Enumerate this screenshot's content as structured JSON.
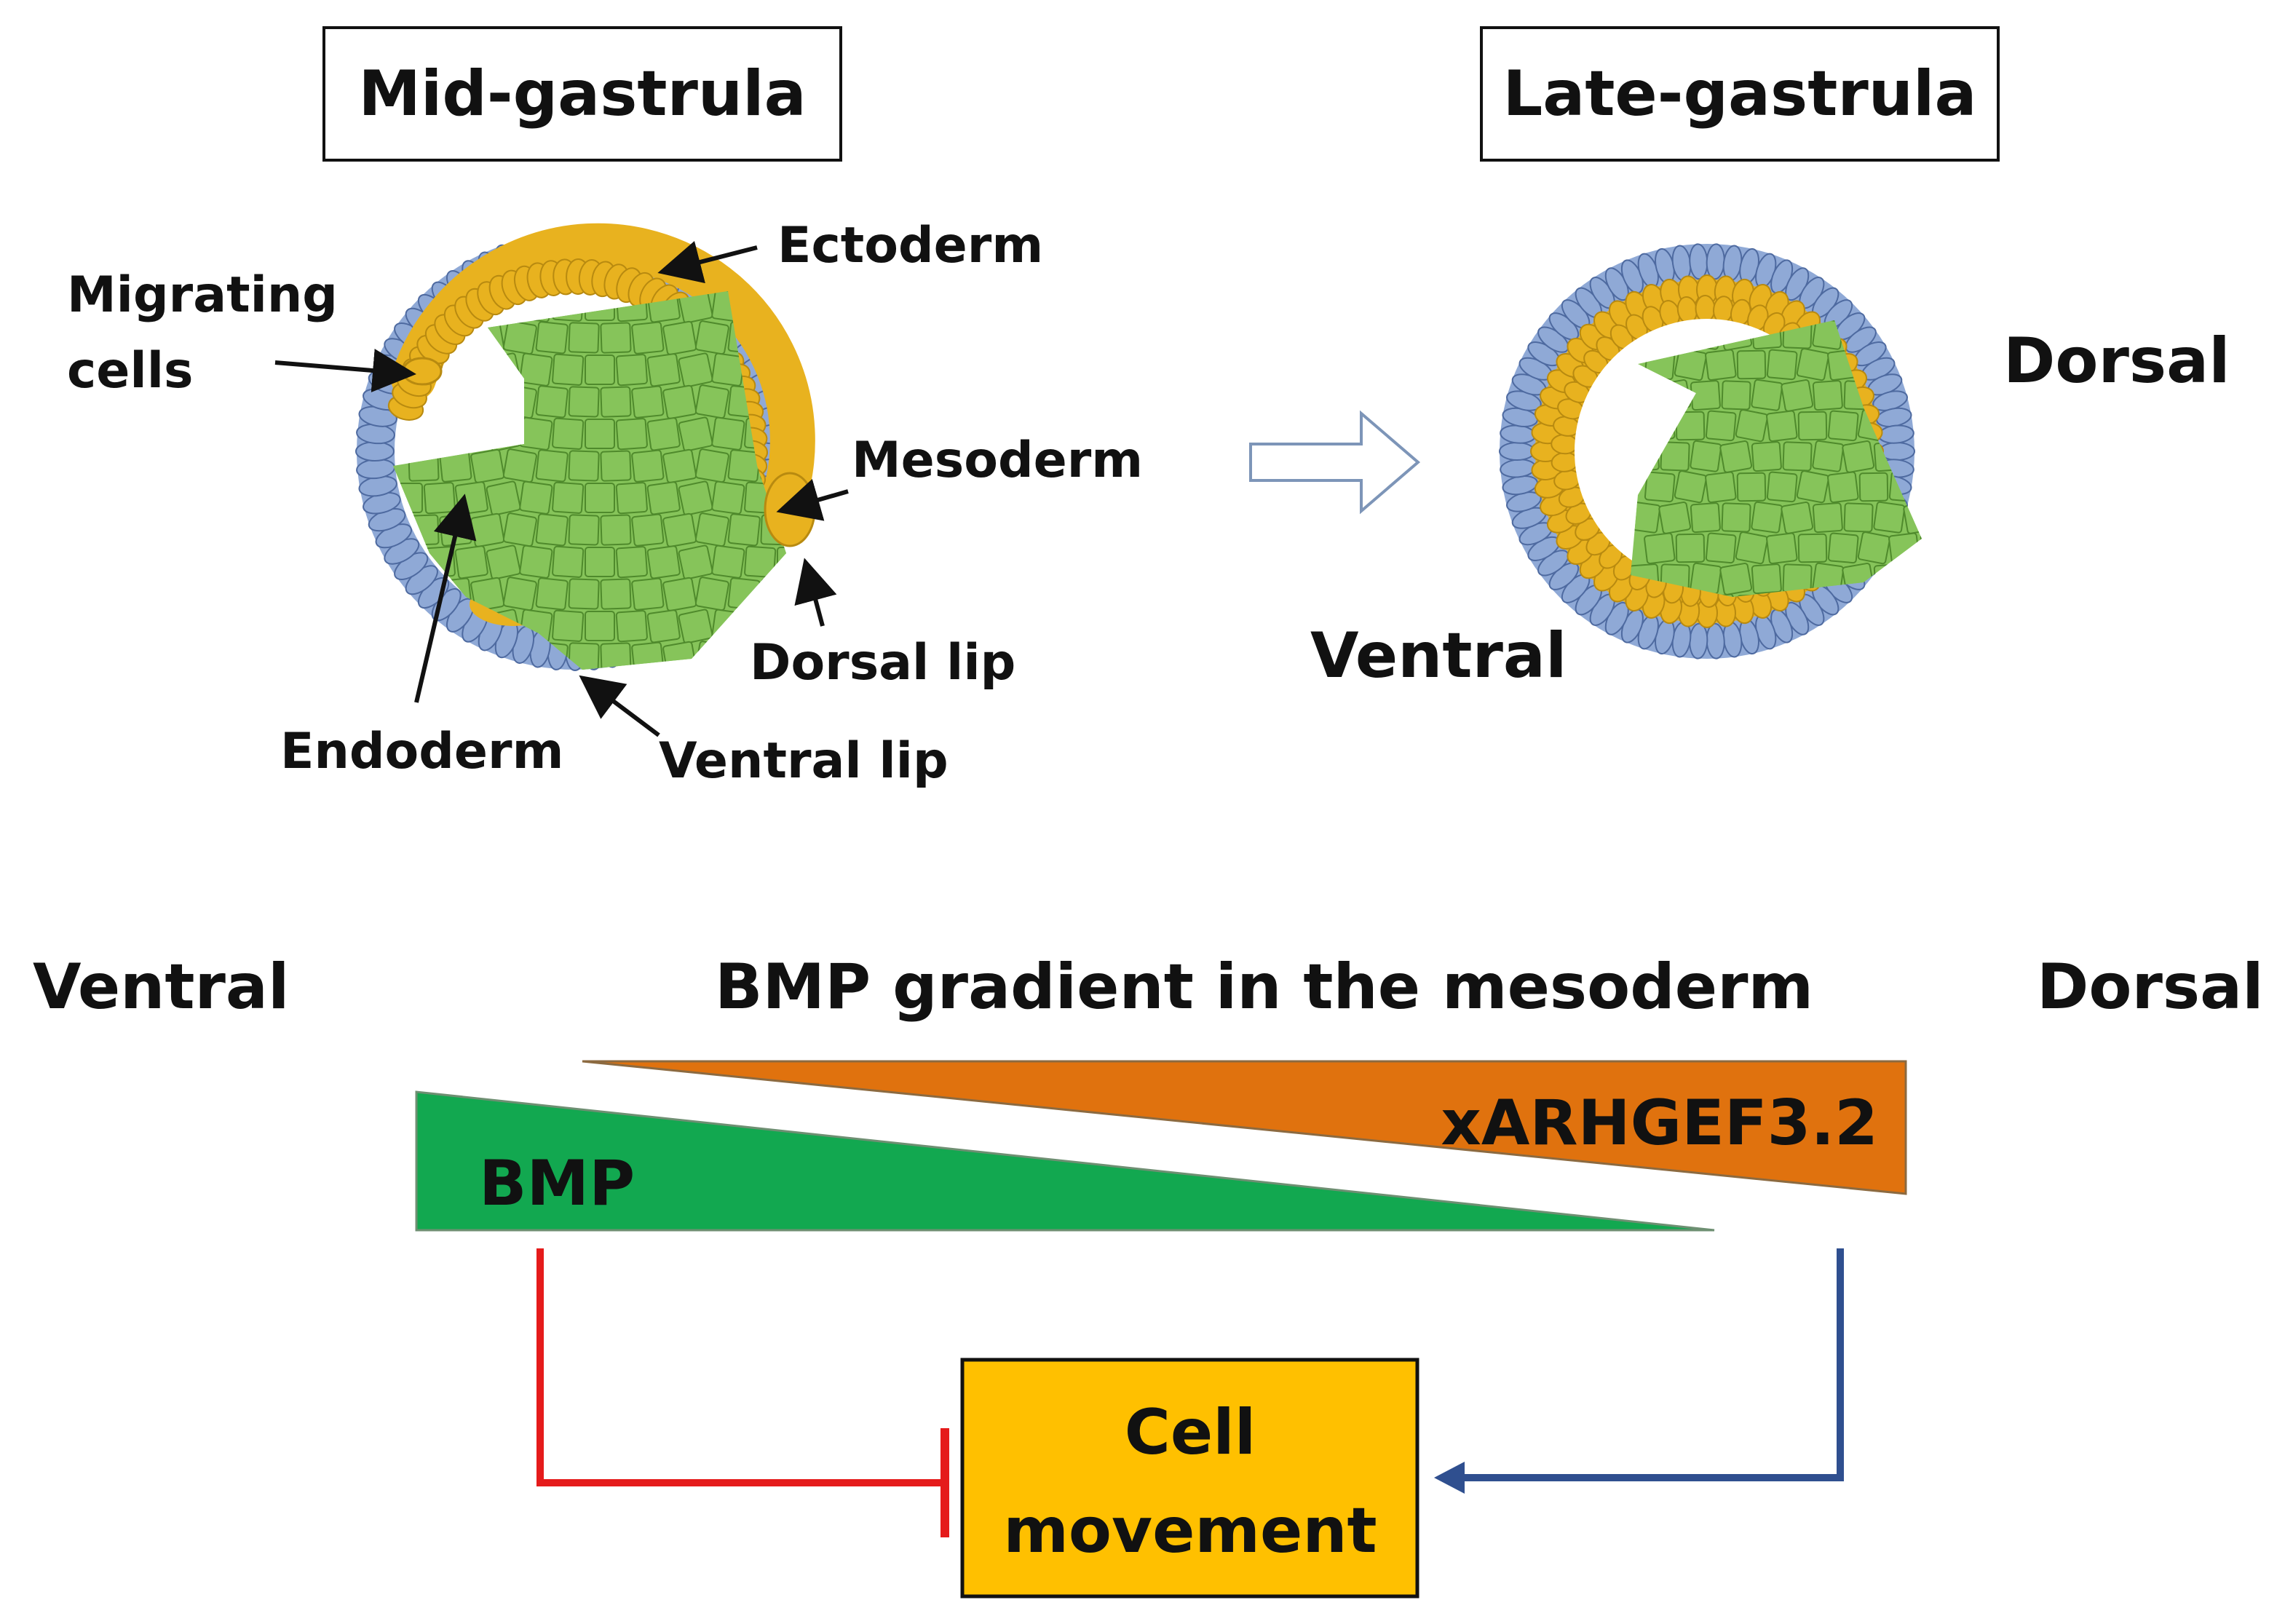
{
  "panels": {
    "mid": {
      "title": "Mid-gastrula"
    },
    "late": {
      "title": "Late-gastrula"
    }
  },
  "mid_labels": {
    "ectoderm": "Ectoderm",
    "migrating_1": "Migrating",
    "migrating_2": "cells",
    "mesoderm": "Mesoderm",
    "dorsal_lip": "Dorsal lip",
    "endoderm": "Endoderm",
    "ventral_lip": "Ventral lip"
  },
  "late_labels": {
    "dorsal": "Dorsal",
    "ventral": "Ventral"
  },
  "gradient": {
    "left_label": "Ventral",
    "title": "BMP gradient in the mesoderm",
    "right_label": "Dorsal",
    "bmp_label": "BMP",
    "xarhgef_label": "xARHGEF3.2",
    "box_line1": "Cell",
    "box_line2": "movement"
  },
  "colors": {
    "ectoderm": "#8fa9d6",
    "mesoderm": "#e8b21f",
    "endoderm": "#86c45a",
    "bmp_triangle": "#12a850",
    "xarhgef_triangle": "#e0720e",
    "cell_box": "#ffc000",
    "inhibit_line": "#e51b1b",
    "activate_line": "#2f4f8f"
  }
}
